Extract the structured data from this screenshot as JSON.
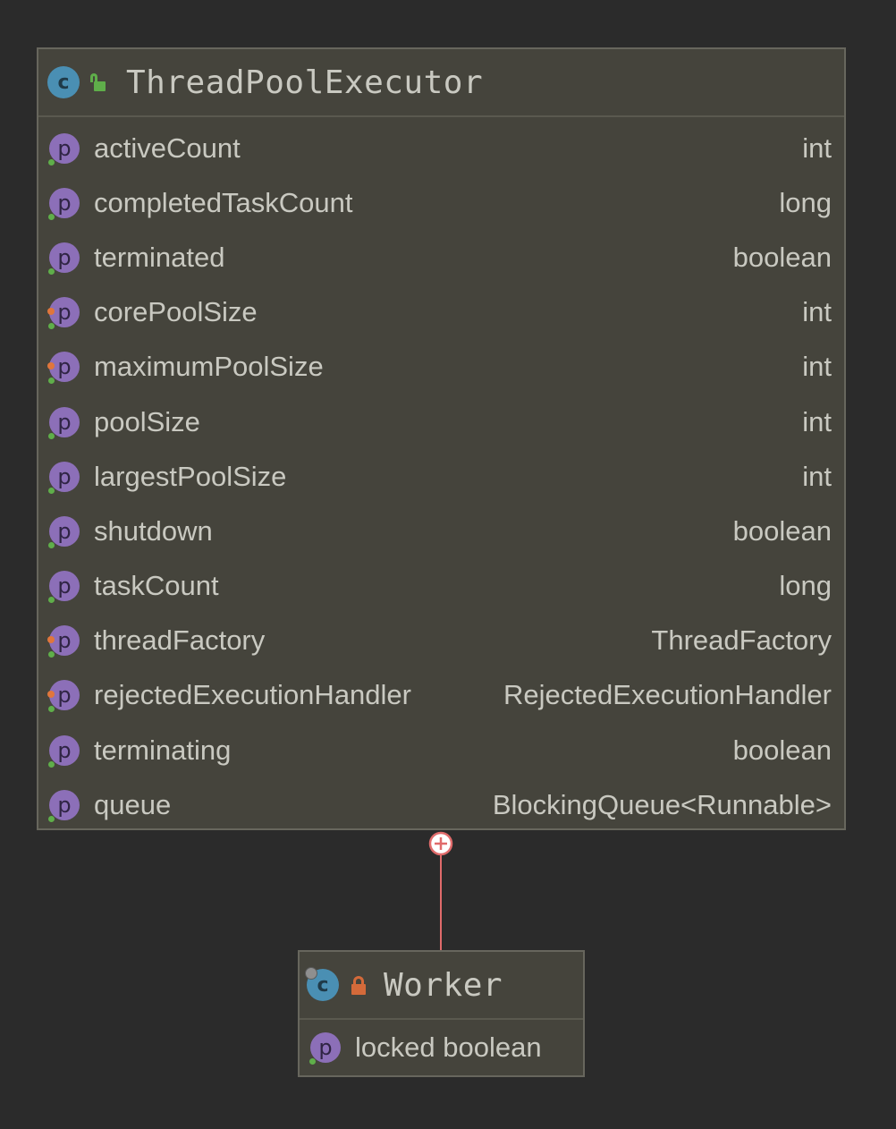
{
  "colors": {
    "background": "#2b2b2b",
    "box_fill": "#45443c",
    "box_border": "#67665d",
    "class_icon": "#4a8fb3",
    "property_icon": "#8c6fb8",
    "public_lock": "#5fae4a",
    "private_lock": "#d46a3a",
    "connector": "#e06b6b",
    "text": "#c9c9c1"
  },
  "thread_pool_executor": {
    "icon_letter": "c",
    "title": "ThreadPoolExecutor",
    "visibility": "public",
    "properties": [
      {
        "icon_letter": "p",
        "name": "activeCount",
        "type": "int",
        "marker": "green"
      },
      {
        "icon_letter": "p",
        "name": "completedTaskCount",
        "type": "long",
        "marker": "green"
      },
      {
        "icon_letter": "p",
        "name": "terminated",
        "type": "boolean",
        "marker": "green"
      },
      {
        "icon_letter": "p",
        "name": "corePoolSize",
        "type": "int",
        "marker": "orange-green"
      },
      {
        "icon_letter": "p",
        "name": "maximumPoolSize",
        "type": "int",
        "marker": "orange-green"
      },
      {
        "icon_letter": "p",
        "name": "poolSize",
        "type": "int",
        "marker": "green"
      },
      {
        "icon_letter": "p",
        "name": "largestPoolSize",
        "type": "int",
        "marker": "green"
      },
      {
        "icon_letter": "p",
        "name": "shutdown",
        "type": "boolean",
        "marker": "green"
      },
      {
        "icon_letter": "p",
        "name": "taskCount",
        "type": "long",
        "marker": "green"
      },
      {
        "icon_letter": "p",
        "name": "threadFactory",
        "type": "ThreadFactory",
        "marker": "orange-green"
      },
      {
        "icon_letter": "p",
        "name": "rejectedExecutionHandler",
        "type": "RejectedExecutionHandler",
        "marker": "orange-green"
      },
      {
        "icon_letter": "p",
        "name": "terminating",
        "type": "boolean",
        "marker": "green"
      },
      {
        "icon_letter": "p",
        "name": "queue",
        "type": "BlockingQueue<Runnable>",
        "marker": "green"
      }
    ]
  },
  "worker": {
    "icon_letter": "c",
    "title": "Worker",
    "visibility": "private",
    "properties": [
      {
        "icon_letter": "p",
        "name": "locked boolean",
        "type": "",
        "marker": "green"
      }
    ]
  },
  "relationship": {
    "type": "inner-class",
    "icon": "plus-circle-icon"
  }
}
